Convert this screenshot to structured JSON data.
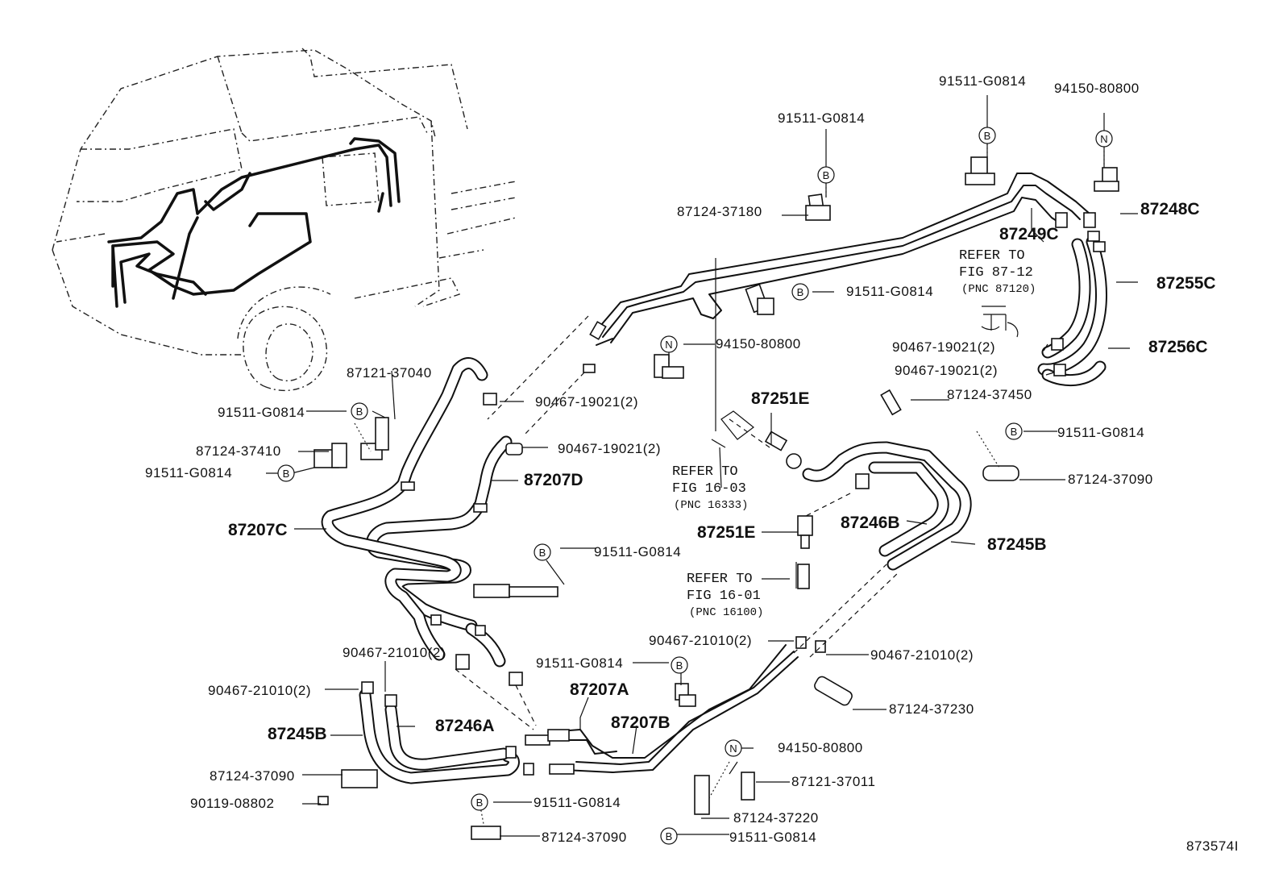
{
  "figure_id": "873574I",
  "callouts": {
    "c01": "91511-G0814",
    "c02": "94150-80800",
    "c03": "91511-G0814",
    "c04": "87248C",
    "c05": "87124-37180",
    "c06": "87249C",
    "c07": "87255C",
    "c08": "91511-G0814",
    "c09": "94150-80800",
    "c10": "90467-19021(2)",
    "c11": "87256C",
    "c12": "90467-19021(2)",
    "c13": "87121-37040",
    "c14": "90467-19021(2)",
    "c15": "87124-37450",
    "c16": "87251E",
    "c17": "91511-G0814",
    "c18": "91511-G0814",
    "c19": "87124-37410",
    "c20": "90467-19021(2)",
    "c21": "87124-37090",
    "c22": "91511-G0814",
    "c23": "87207D",
    "c24": "87246B",
    "c25": "87207C",
    "c26": "87251E",
    "c27": "87245B",
    "c28": "91511-G0814",
    "c29": "90467-21010(2)",
    "c30": "90467-21010(2)",
    "c31": "90467-21010(2)",
    "c32": "91511-G0814",
    "c33": "90467-21010(2)",
    "c34": "87207A",
    "c35": "87124-37230",
    "c36": "87245B",
    "c37": "87246A",
    "c38": "87207B",
    "c39": "94150-80800",
    "c40": "87124-37090",
    "c41": "87121-37011",
    "c42": "90119-08802",
    "c43": "91511-G0814",
    "c44": "87124-37220",
    "c45": "87124-37090",
    "c46": "91511-G0814"
  },
  "references": {
    "r1": {
      "line1": "REFER TO",
      "line2": "FIG 87-12",
      "line3": "(PNC 87120)"
    },
    "r2": {
      "line1": "REFER TO",
      "line2": "FIG 16-03",
      "line3": "(PNC 16333)"
    },
    "r3": {
      "line1": "REFER TO",
      "line2": "FIG 16-01",
      "line3": "(PNC 16100)"
    }
  },
  "symbols": {
    "bolt": "B",
    "nut": "N"
  }
}
